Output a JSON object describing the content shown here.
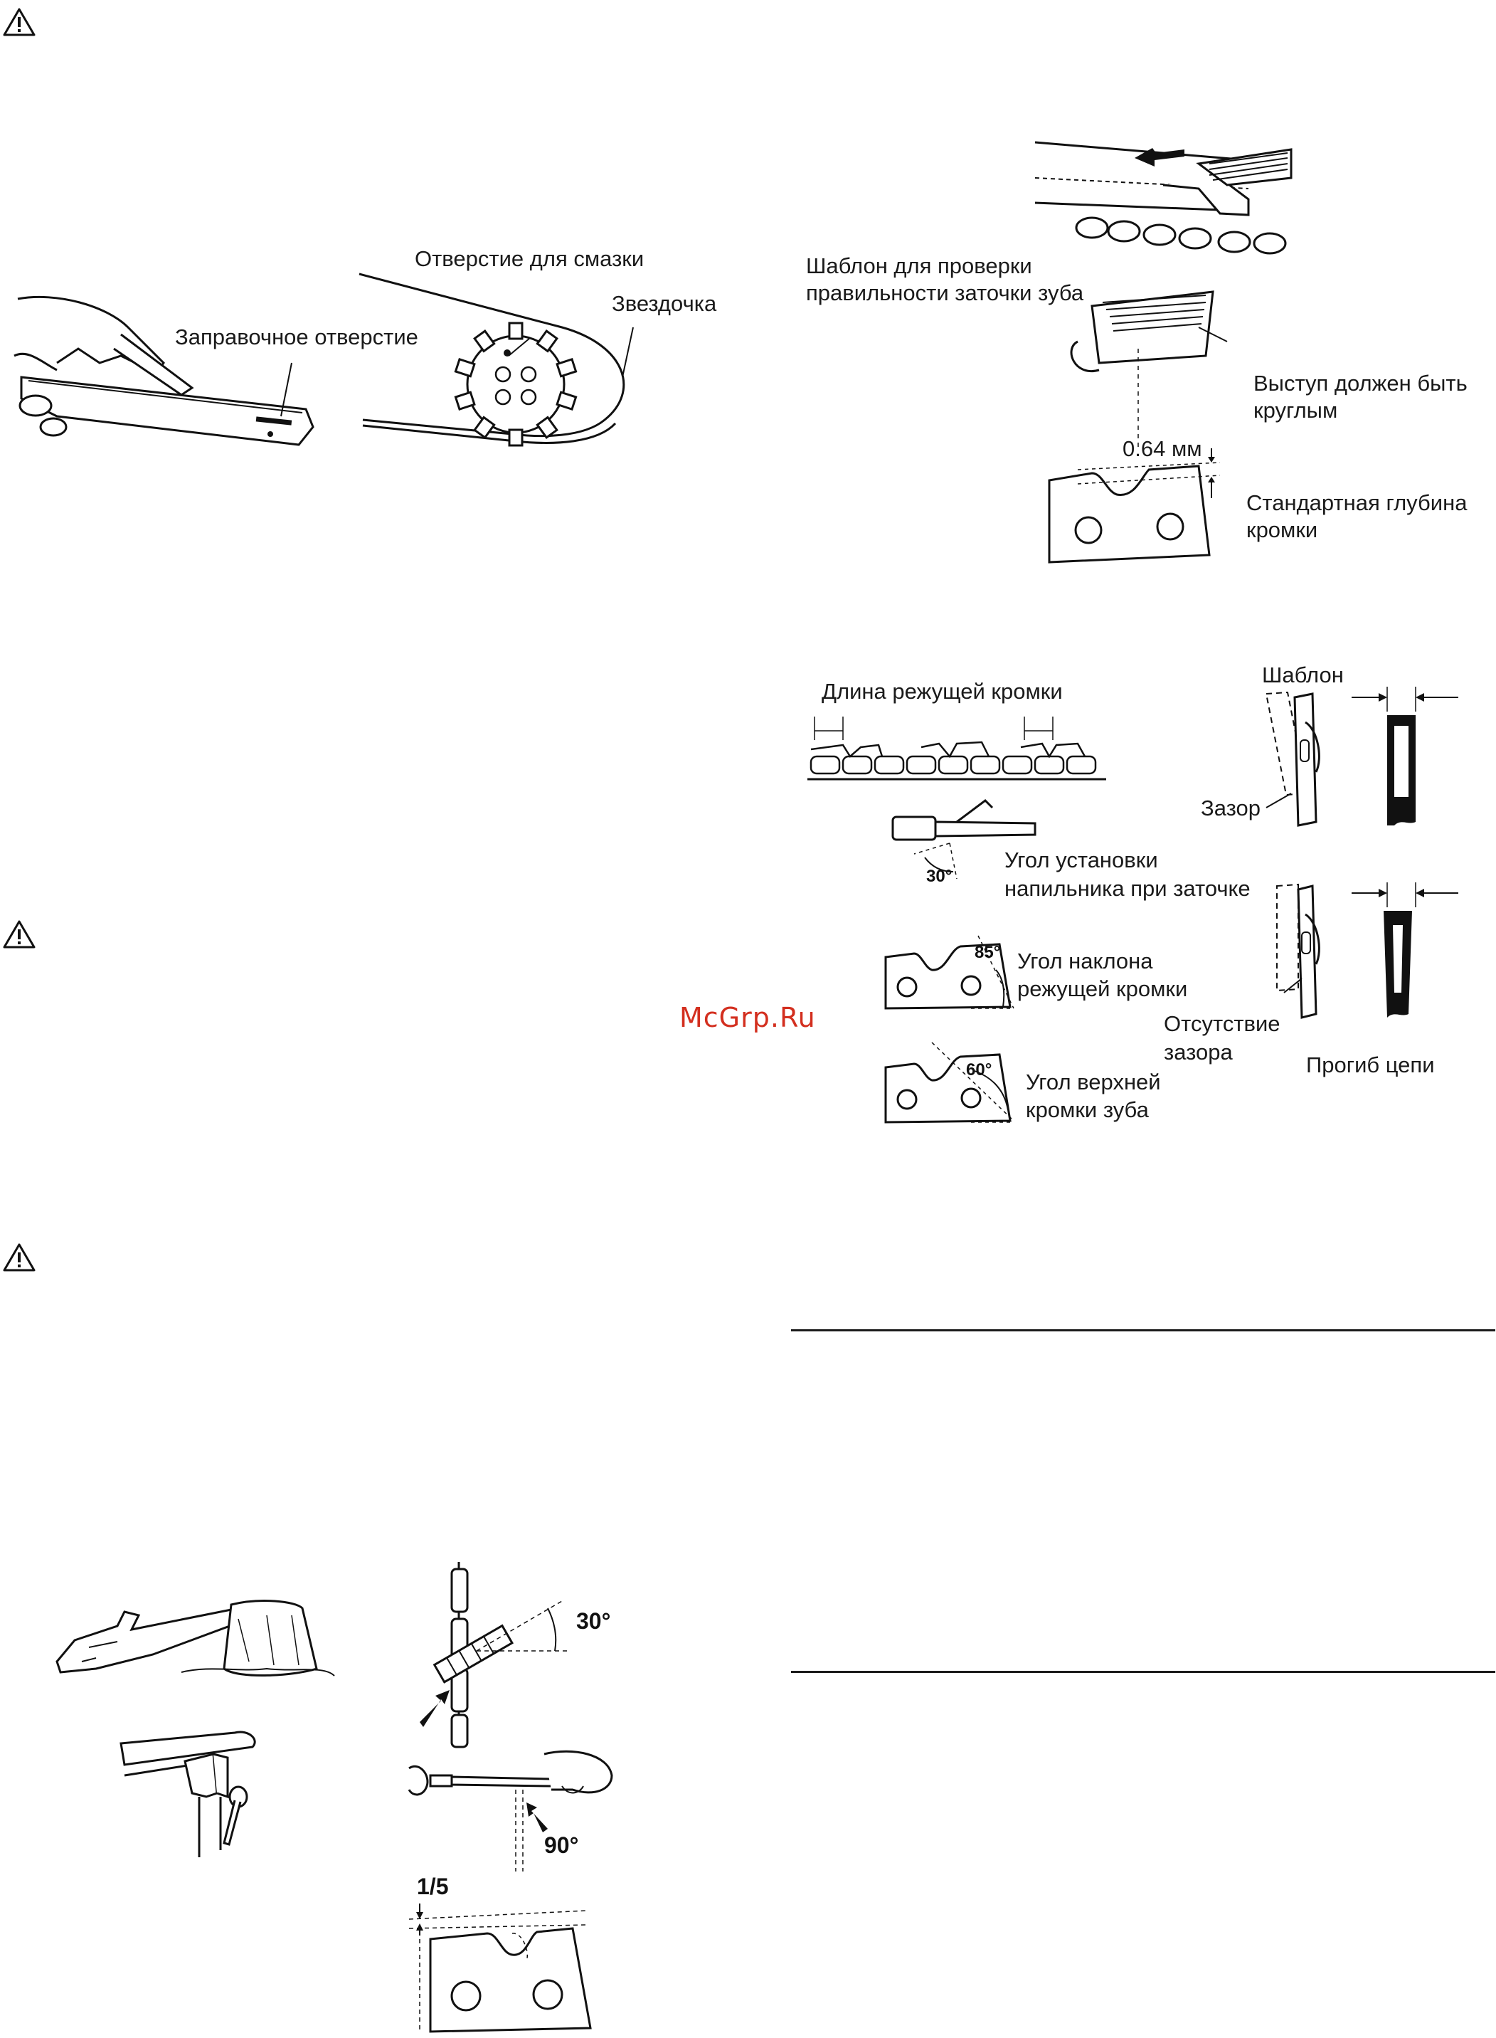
{
  "watermark": "McGrp.Ru",
  "figure_bar": {
    "oil_hole": "Отверстие для смазки",
    "filler_hole": "Заправочное отверстие",
    "sprocket": "Звездочка"
  },
  "figure_gauge": {
    "gauge_label_line1": "Шаблон для проверки",
    "gauge_label_line2": "правильности заточки зуба",
    "round_line1": "Выступ должен быть",
    "round_line2": "круглым",
    "depth_value": "0.64 мм",
    "depth_line1": "Стандартная глубина",
    "depth_line2": "кромки"
  },
  "figure_angles": {
    "cutting_length": "Длина режущей кромки",
    "file_angle_value": "30°",
    "file_angle_line1": "Угол установки",
    "file_angle_line2": "напильника при заточке",
    "edge_angle_value": "85°",
    "edge_angle_line1": "Угол наклона",
    "edge_angle_line2": "режущей кромки",
    "top_angle_value": "60°",
    "top_angle_line1": "Угол верхней",
    "top_angle_line2": "кромки зуба",
    "template": "Шаблон",
    "gap": "Зазор",
    "no_gap_line1": "Отсутствие",
    "no_gap_line2": "зазора",
    "chain_deflection": "Прогиб цепи"
  },
  "figure_sharpen": {
    "angle_30": "30°",
    "angle_90": "90°",
    "ratio": "1/5"
  }
}
